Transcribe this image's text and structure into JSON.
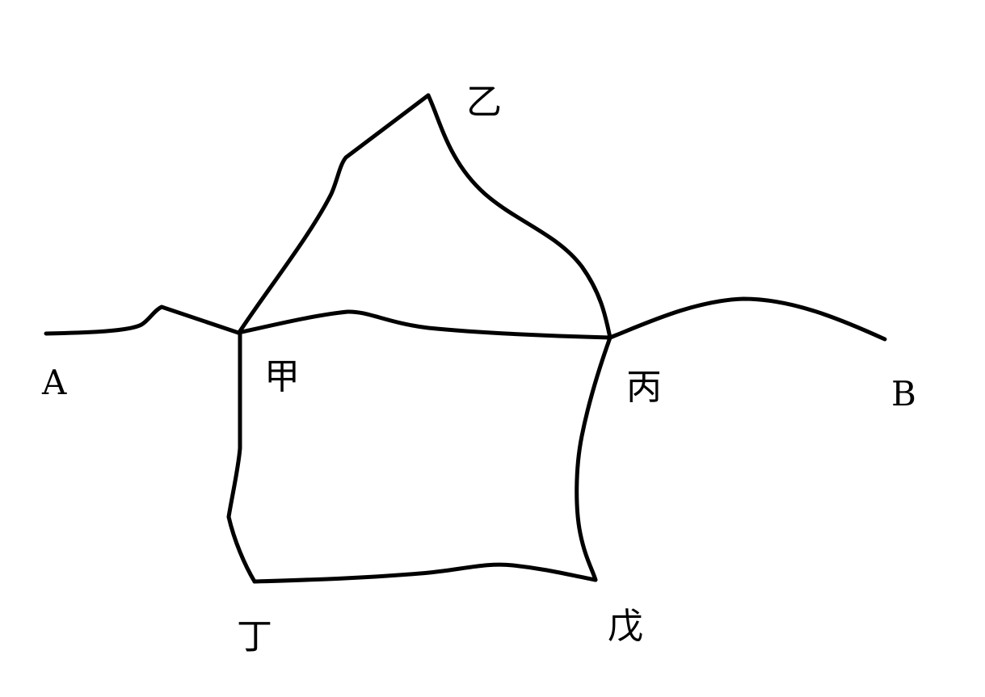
{
  "labels": {
    "A": "A",
    "B": "B",
    "jia": "甲",
    "yi": "乙",
    "bing": "丙",
    "ding": "丁",
    "wu": "戊"
  },
  "colors": {
    "line": "#000000",
    "background": "#ffffff"
  }
}
